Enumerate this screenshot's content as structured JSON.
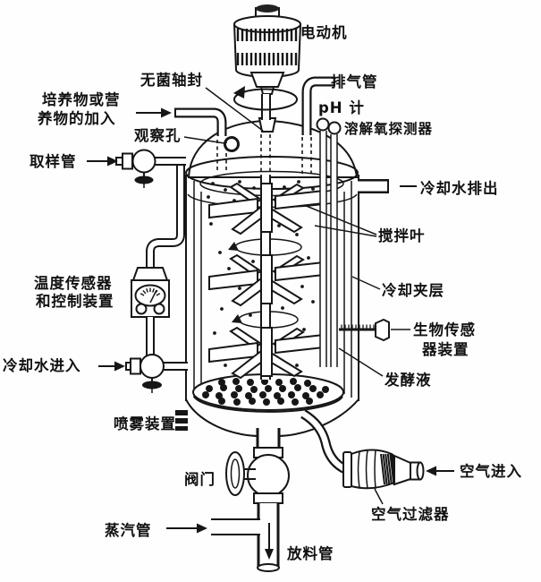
{
  "diagram": {
    "kind": "stirred-tank-fermentor-schematic",
    "colors": {
      "line": "#161616",
      "background": "#ffffff"
    },
    "labels": {
      "motor": "电动机",
      "sterile_shaft_seal": "无菌轴封",
      "exhaust_pipe": "排气管",
      "feed_line1": "培养物或营",
      "feed_line2": "养物的加入",
      "observation_port": "观察孔",
      "ph_meter": "pH 计",
      "do_probe": "溶解氧探测器",
      "sampling_tube": "取样管",
      "cooling_water_outlet": "冷却水排出",
      "stirring_blades": "搅拌叶",
      "temp_sensor_line1": "温度传感器",
      "temp_sensor_line2": "和控制装置",
      "cooling_jacket": "冷却夹层",
      "biosensor_line1": "生物传感",
      "biosensor_line2": "器装置",
      "cooling_water_inlet": "冷却水进入",
      "fermentation_broth": "发酵液",
      "spray_device": "喷雾装置",
      "valve": "阀门",
      "air_inlet": "空气进入",
      "air_filter": "空气过滤器",
      "steam_pipe": "蒸汽管",
      "discharge_pipe": "放料管"
    }
  }
}
